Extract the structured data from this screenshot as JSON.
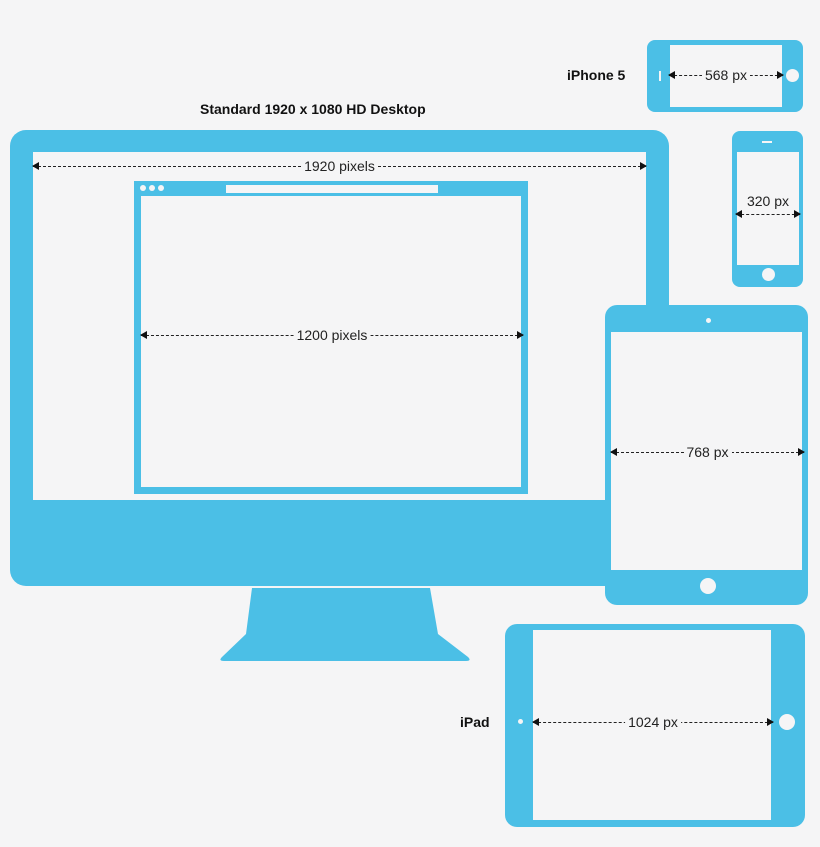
{
  "desktop": {
    "title": "Standard 1920 x 1080 HD Desktop",
    "width_label": "1920 pixels"
  },
  "browser": {
    "width_label": "1200 pixels"
  },
  "iphone_landscape": {
    "label": "iPhone 5",
    "width_label": "568 px"
  },
  "iphone_portrait": {
    "width_label": "320 px"
  },
  "ipad_portrait": {
    "width_label": "768 px"
  },
  "ipad_landscape": {
    "label": "iPad",
    "width_label": "1024 px"
  },
  "colors": {
    "device": "#4bbfe6",
    "screen": "#f5f5f6",
    "background": "#f5f5f6"
  }
}
